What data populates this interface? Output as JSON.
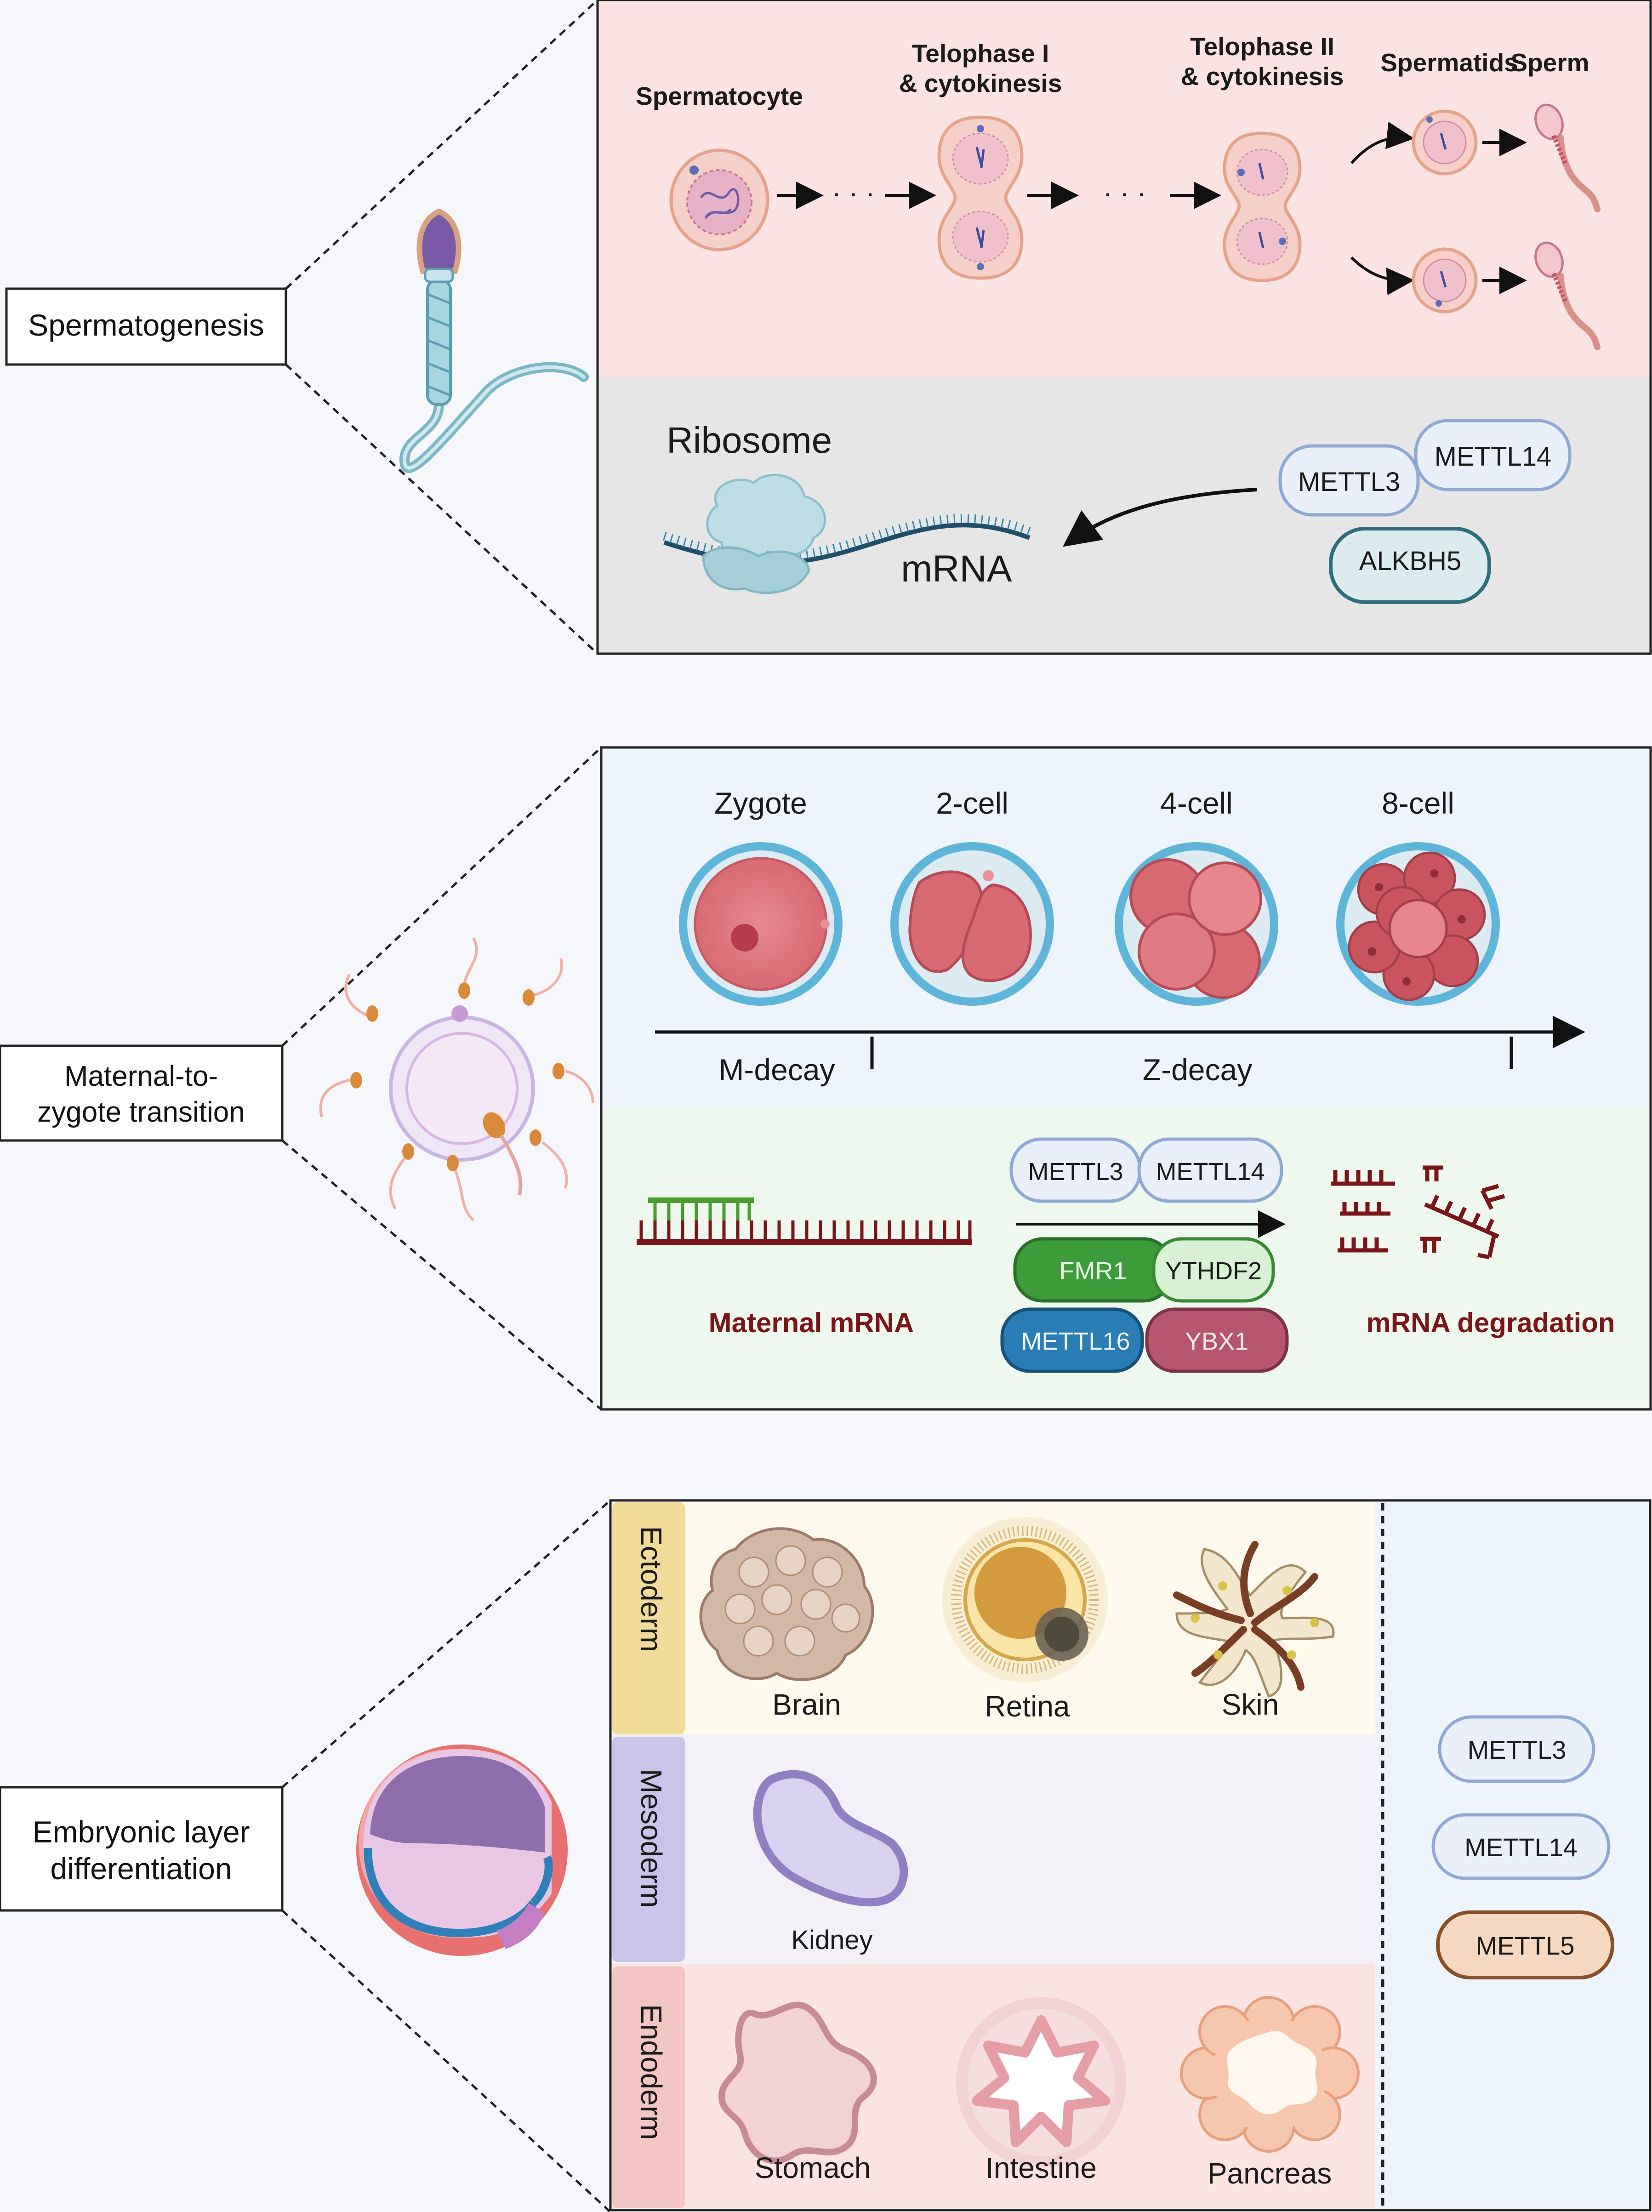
{
  "labels": {
    "spermatogenesis": "Spermatogenesis",
    "mzt": [
      "Maternal-to-",
      "zygote transition"
    ],
    "embryonic": [
      "Embryonic layer",
      "differentiation"
    ]
  },
  "spermatogenesis": {
    "stages": {
      "spermatocyte": "Spermatocyte",
      "telophase1": [
        "Telophase I",
        "& cytokinesis"
      ],
      "telophase2": [
        "Telophase II",
        "& cytokinesis"
      ],
      "spermatids": "Spermatids",
      "sperm": "Sperm"
    },
    "ribosome": "Ribosome",
    "mrna": "mRNA",
    "enzymes": [
      "METTL3",
      "METTL14",
      "ALKBH5"
    ]
  },
  "mzt": {
    "stages": [
      "Zygote",
      "2-cell",
      "4-cell",
      "8-cell"
    ],
    "m_decay": "M-decay",
    "z_decay": "Z-decay",
    "maternal_mrna": "Maternal mRNA",
    "degradation": "mRNA degradation",
    "writers": [
      "METTL3",
      "METTL14"
    ],
    "readers": [
      "FMR1",
      "YTHDF2",
      "METTL16",
      "YBX1"
    ]
  },
  "layers": {
    "ectoderm": {
      "name": "Ectoderm",
      "organs": [
        "Brain",
        "Retina",
        "Skin"
      ]
    },
    "mesoderm": {
      "name": "Mesoderm",
      "organs": [
        "Kidney"
      ]
    },
    "endoderm": {
      "name": "Endoderm",
      "organs": [
        "Stomach",
        "Intestine",
        "Pancreas"
      ]
    },
    "enzymes": [
      "METTL3",
      "METTL14",
      "METTL5"
    ]
  },
  "colors": {
    "pink_panel": "#fbe3e3",
    "gray_panel": "#e6e6e6",
    "blue_panel": "#eef4fb",
    "green_panel": "#eef8ee",
    "maroon": "#7a1519",
    "ectoderm": "#f2da98",
    "mesoderm": "#cbc4ea",
    "endoderm": "#f3c5c3"
  }
}
